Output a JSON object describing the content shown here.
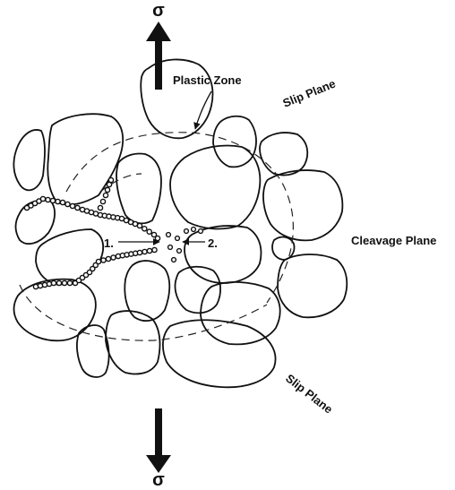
{
  "stress": {
    "top_symbol": "σ",
    "bottom_symbol": "σ"
  },
  "labels": {
    "plastic_zone": "Plastic Zone",
    "slip_plane_top": "Slip Plane",
    "slip_plane_bottom": "Slip Plane",
    "cleavage_plane": "Cleavage Plane",
    "site_1": "1.",
    "site_2": "2."
  },
  "colors": {
    "ink": "#111111",
    "background": "#ffffff"
  }
}
